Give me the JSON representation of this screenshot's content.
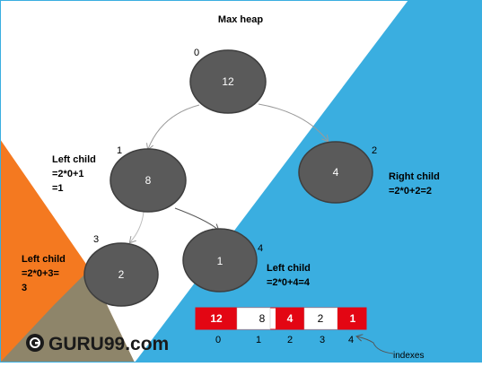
{
  "title": "Max heap",
  "colors": {
    "blue": "#3aaee0",
    "orange": "#f47920",
    "node_fill": "#5a5a5a",
    "node_stroke": "#3e3e3e",
    "cell_red": "#e30613",
    "edge": "#9a9a9a"
  },
  "nodes": [
    {
      "index": "0",
      "value": "12"
    },
    {
      "index": "1",
      "value": "8"
    },
    {
      "index": "2",
      "value": "4"
    },
    {
      "index": "3",
      "value": "2"
    },
    {
      "index": "4",
      "value": "1"
    }
  ],
  "annotations": {
    "left_child_1": [
      "Left child",
      "=2*0+1",
      "=1"
    ],
    "right_child_2": [
      "Right child",
      "=2*0+2=2"
    ],
    "left_child_3": [
      "Left child",
      "=2*0+3=",
      "3"
    ],
    "left_child_4": [
      "Left child",
      "=2*0+4=4"
    ]
  },
  "array": {
    "cells": [
      {
        "value": "12",
        "color": "red"
      },
      {
        "value": "8",
        "color": "white"
      },
      {
        "value": "4",
        "color": "red"
      },
      {
        "value": "2",
        "color": "white"
      },
      {
        "value": "1",
        "color": "red"
      }
    ],
    "indices": [
      "0",
      "1",
      "2",
      "3",
      "4"
    ],
    "indexes_label": "indexes"
  },
  "brand": {
    "text": "GURU99.com",
    "logo_icon": "guru99-logo-icon"
  }
}
